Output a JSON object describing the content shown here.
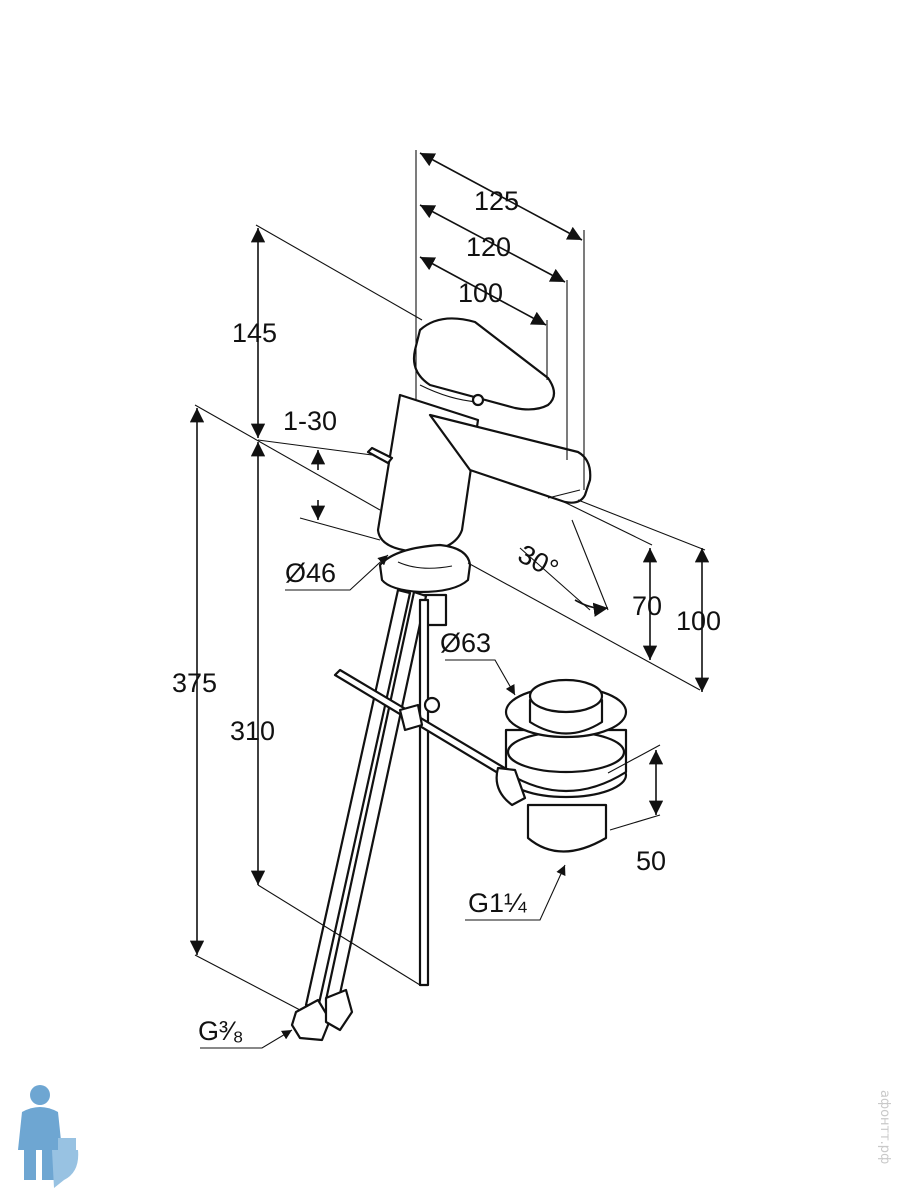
{
  "dimensions": {
    "width_125": "125",
    "width_120": "120",
    "width_100": "100",
    "height_145": "145",
    "range_1_30": "1-30",
    "angle_30": "30°",
    "diameter_46": "Ø46",
    "diameter_63": "Ø63",
    "height_70": "70",
    "height_100": "100",
    "height_375": "375",
    "height_310": "310",
    "height_50": "50",
    "thread_g1_1_4": "G1¼",
    "thread_g3_8": "G³⁄₈"
  },
  "watermark": {
    "text": "афонтт.рф"
  },
  "colors": {
    "line": "#111111",
    "mascot": "#4a90c8"
  }
}
